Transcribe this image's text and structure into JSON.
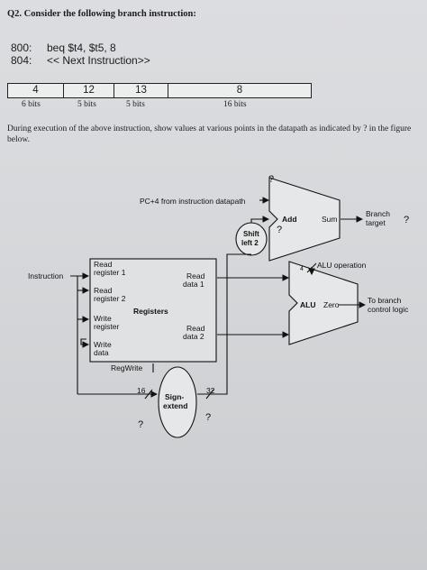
{
  "question": {
    "title": "Q2. Consider the following branch instruction:",
    "lines": [
      {
        "addr": "800:",
        "text": "beq $t4, $t5, 8"
      },
      {
        "addr": "804:",
        "text": "<< Next Instruction>>"
      }
    ]
  },
  "fields": [
    {
      "value": "4",
      "bits": "6 bits"
    },
    {
      "value": "12",
      "bits": "5 bits"
    },
    {
      "value": "13",
      "bits": "5 bits"
    },
    {
      "value": "8",
      "bits": "16 bits"
    }
  ],
  "prompt": "During execution of the above instruction, show values at various points in the datapath as indicated by ? in the figure below.",
  "diagram": {
    "pc4": "PC+4 from instruction datapath",
    "add": "Add",
    "sum": "Sum",
    "branch_target_1": "Branch",
    "branch_target_2": "target",
    "shift_1": "Shift",
    "shift_2": "left 2",
    "alu_operation": "ALU operation",
    "alu_op_width": "4",
    "instruction": "Instruction",
    "read_reg1_1": "Read",
    "read_reg1_2": "register 1",
    "read_reg2_1": "Read",
    "read_reg2_2": "register 2",
    "write_reg_1": "Write",
    "write_reg_2": "register",
    "write_data_1": "Write",
    "write_data_2": "data",
    "registers": "Registers",
    "read_data1_1": "Read",
    "read_data1_2": "data 1",
    "read_data2_1": "Read",
    "read_data2_2": "data 2",
    "alu": "ALU",
    "zero": "Zero",
    "to_branch_1": "To branch",
    "to_branch_2": "control logic",
    "regwrite": "RegWrite",
    "signext_1": "Sign-",
    "signext_2": "extend",
    "in_width": "16",
    "out_width": "32",
    "q": "?"
  }
}
